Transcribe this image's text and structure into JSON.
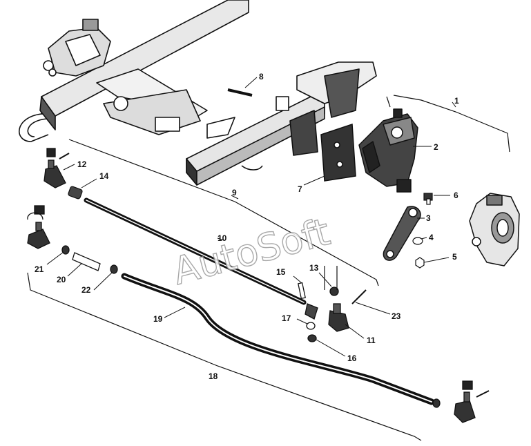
{
  "watermark": "AutoSoft",
  "labels": {
    "n1": "1",
    "n2": "2",
    "n3": "3",
    "n4": "4",
    "n5": "5",
    "n6": "6",
    "n7": "7",
    "n8": "8",
    "n9": "9",
    "n10": "10",
    "n11": "11",
    "n12": "12",
    "n13": "13",
    "n14": "14",
    "n15": "15",
    "n16": "16",
    "n17": "17",
    "n18": "18",
    "n19": "19",
    "n20": "20",
    "n21": "21",
    "n22": "22",
    "n23": "23"
  },
  "colors": {
    "ink": "#111111",
    "background": "#ffffff",
    "watermark_stroke": "#9a9a9a"
  }
}
